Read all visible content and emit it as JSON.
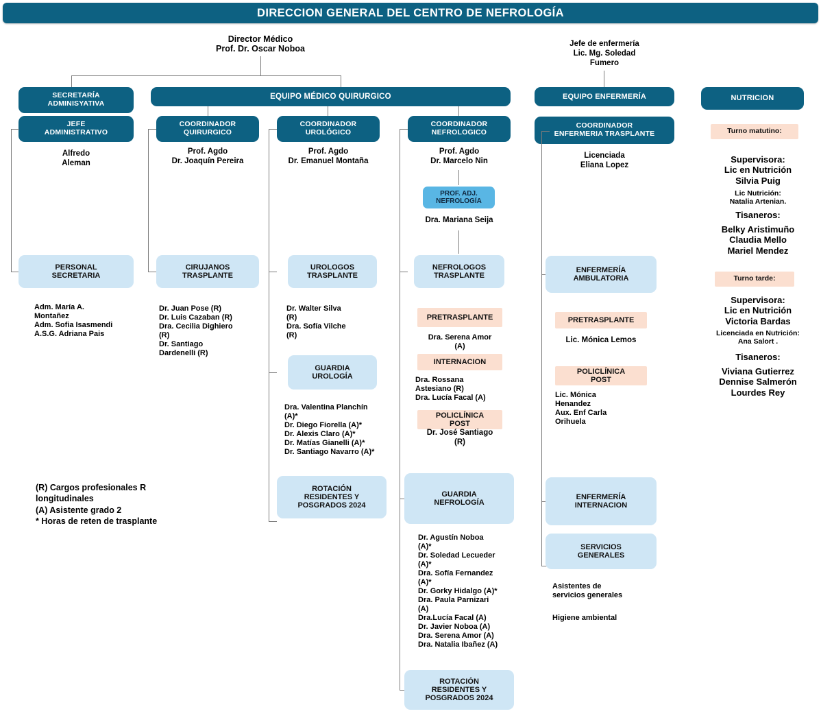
{
  "header": {
    "title": "DIRECCION GENERAL DEL CENTRO DE NEFROLOGÍA"
  },
  "colors": {
    "dark_blue": "#0d6182",
    "mid_blue": "#59b6e4",
    "light_blue": "#cfe6f5",
    "peach": "#fbdfd0",
    "connector": "#7b7b7b",
    "text": "#000000"
  },
  "root": {
    "role": "Director Médico",
    "name": "Prof. Dr. Oscar Noboa"
  },
  "nursing_head": {
    "role": "Jefe de enfermería",
    "name": "Lic. Mg. Soledad\nFumero"
  },
  "columns": {
    "secretaria": {
      "box_title": "SECRETARÍA\nADMINISYATIVA",
      "chief_box": "JEFE\nADMINISTRATIVO",
      "chief_name": "Alfredo\nAleman",
      "staff_box": "PERSONAL\nSECRETARIA",
      "staff_list": "Adm. María A.\nMontañez\nAdm. Sofia Isasmendi\nA.S.G.  Adriana Pais"
    },
    "equipo_medico": {
      "box_title": "EQUIPO MÉDICO QUIRURGICO"
    },
    "quirurgico": {
      "box_title": "COORDINADOR\nQUIRURGICO",
      "coordinator": "Prof. Agdo\nDr. Joaquín Pereira",
      "team_box": "CIRUJANOS\nTRASPLANTE",
      "team_list": "Dr. Juan Pose (R)\nDr. Luis Cazaban (R)\nDra. Cecilia Dighiero\n(R)\nDr. Santiago\nDardenelli (R)"
    },
    "urologico": {
      "box_title": "COORDINADOR\nUROLÓGICO",
      "coordinator": "Prof. Agdo\nDr. Emanuel Montaña",
      "team_box": "UROLOGOS\nTRASPLANTE",
      "team_list": "Dr. Walter Silva\n(R)\nDra. Sofía Vilche\n(R)",
      "guardia_box": "GUARDIA\nUROLOGÍA",
      "guardia_list": "Dra. Valentina Planchín\n(A)*\nDr. Diego Fiorella (A)*\nDr. Alexis Claro  (A)*\nDr. Matías Gianelli (A)*\nDr. Santiago Navarro (A)*",
      "rotation_box": "ROTACIÓN\nRESIDENTES Y\nPOSGRADOS 2024"
    },
    "nefrologico": {
      "box_title": "COORDINADOR\nNEFROLOGICO",
      "coordinator": "Prof. Agdo\nDr. Marcelo Nin",
      "prof_adj_box": "PROF. ADJ.\nNEFROLOGÍA",
      "prof_adj_name": "Dra. Mariana Seija",
      "team_box": "NEFROLOGOS\nTRASPLANTE",
      "pretrasplante_box": "PRETRASPLANTE",
      "pretrasplante_name": "Dra. Serena Amor\n(A)",
      "internacion_box": "INTERNACION",
      "internacion_list": "Dra. Rossana\nAstesiano (R)\nDra. Lucía Facal  (A)",
      "policlinica_box": "POLICLÍNICA\nPOST",
      "policlinica_name": "Dr. José Santiago\n(R)",
      "guardia_box": "GUARDIA\nNEFROLOGÍA",
      "guardia_list": "Dr. Agustín Noboa\n(A)*\nDr. Soledad Lecueder\n(A)*\nDra. Sofía Fernandez\n(A)*\nDr. Gorky Hidalgo (A)*\nDra. Paula Parnizari\n(A)\nDra.Lucía Facal (A)\nDr. Javier Noboa (A)\nDra. Serena Amor (A)\nDra. Natalia Ibañez (A)",
      "rotation_box": "ROTACIÓN\nRESIDENTES Y\nPOSGRADOS 2024"
    },
    "enfermeria": {
      "box_title": "EQUIPO  ENFERMERÍA",
      "coordinator_box": "COORDINADOR\nENFERMERIA TRASPLANTE",
      "coordinator_name": "Licenciada\nEliana Lopez",
      "ambulatoria_box": "ENFERMERÍA\nAMBULATORIA",
      "pretrasplante_box": "PRETRASPLANTE",
      "pretrasplante_name": "Lic. Mónica Lemos",
      "policlinica_box": "POLICLÍNICA\nPOST",
      "policlinica_list": "Lic. Mónica\nHenandez\nAux. Enf Carla\nOrihuela",
      "internacion_box": "ENFERMERÍA\nINTERNACION",
      "servicios_box": "SERVICIOS\nGENERALES",
      "servicios_list": "Asistentes de\nservicios generales",
      "higiene": "Higiene ambiental"
    },
    "nutricion": {
      "box_title": "NUTRICION",
      "turno_matutino_box": "Turno matutino:",
      "matutino_supervisor": "Supervisora:\nLic en Nutrición\nSilvia Puig",
      "matutino_lic": "Lic Nutrición:\nNatalia Artenian.",
      "matutino_tisaneros_title": "Tisaneros:",
      "matutino_tisaneros": "Belky Aristimuño\nClaudia Mello\nMariel Mendez",
      "turno_tarde_box": "Turno tarde:",
      "tarde_supervisor": "Supervisora:\nLic en Nutrición\nVictoria Bardas",
      "tarde_lic": "Licenciada en Nutrición:\nAna Salort .",
      "tarde_tisaneros_title": "Tisaneros:",
      "tarde_tisaneros": "Viviana Gutierrez\nDennise Salmerón\nLourdes Rey"
    }
  },
  "legend": {
    "text": "(R)  Cargos profesionales R\nlongitudinales\n(A) Asistente  grado 2\n*  Horas de reten de trasplante"
  }
}
